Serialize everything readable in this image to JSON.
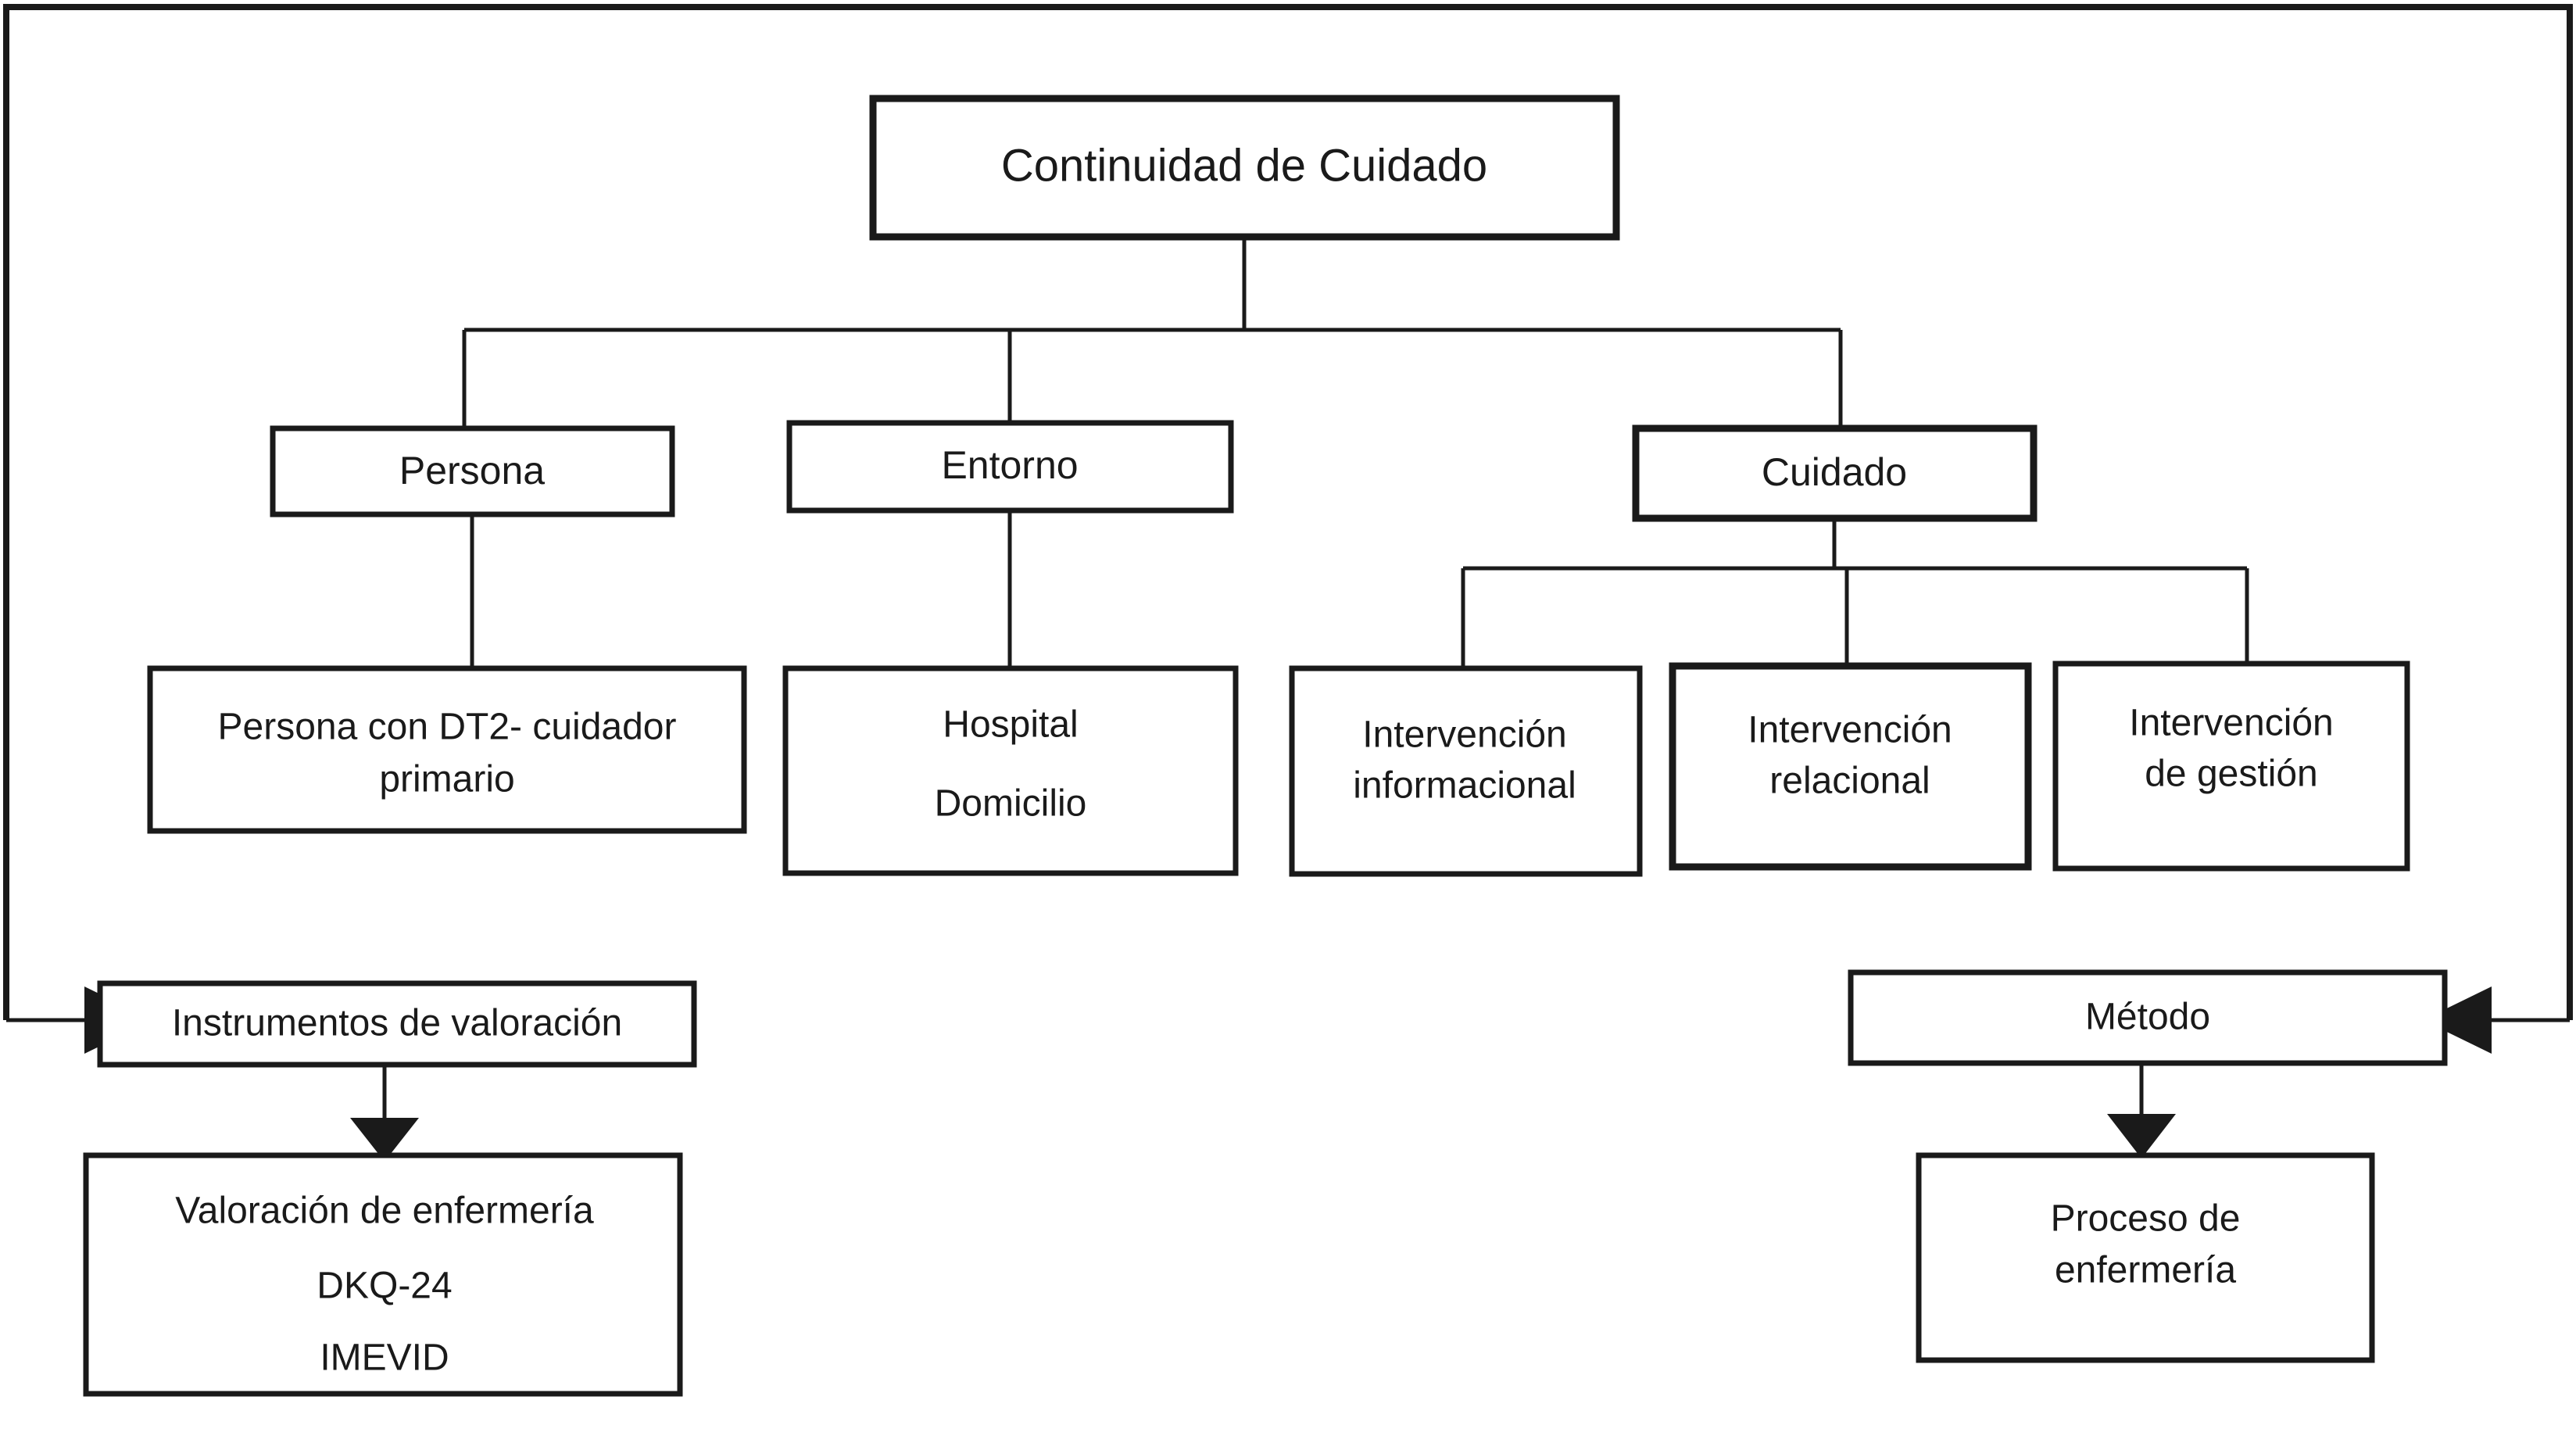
{
  "diagram": {
    "title": "Continuidad de Cuidado",
    "language": "es",
    "type": "hierarchical-flowchart",
    "nodes": {
      "root": {
        "id": "continuidad",
        "label": "Continuidad de Cuidado"
      },
      "level1": [
        {
          "id": "persona",
          "label": "Persona"
        },
        {
          "id": "entorno",
          "label": "Entorno"
        },
        {
          "id": "cuidado",
          "label": "Cuidado"
        }
      ],
      "level2": [
        {
          "id": "persona-dt2",
          "lines": [
            "Persona con DT2- cuidador",
            "primario"
          ]
        },
        {
          "id": "entorno-lugares",
          "lines": [
            "Hospital",
            "Domicilio"
          ]
        },
        {
          "id": "intervencion-informacional",
          "lines": [
            "Intervención",
            "informacional"
          ]
        },
        {
          "id": "intervencion-relacional",
          "lines": [
            "Intervención",
            "relacional"
          ]
        },
        {
          "id": "intervencion-gestion",
          "lines": [
            "Intervención",
            "de gestión"
          ]
        }
      ],
      "bottom_left": {
        "header": {
          "id": "instrumentos",
          "label": "Instrumentos de valoración"
        },
        "detail": {
          "id": "valoracion",
          "lines": [
            "Valoración de enfermería",
            "DKQ-24",
            "IMEVID"
          ]
        }
      },
      "bottom_right": {
        "header": {
          "id": "metodo",
          "label": "Método"
        },
        "detail": {
          "id": "proceso",
          "lines": [
            "Proceso de",
            "enfermería"
          ]
        }
      }
    },
    "colors": {
      "stroke": "#1a1a1a",
      "fill": "#ffffff",
      "text": "#1a1a1a"
    }
  }
}
